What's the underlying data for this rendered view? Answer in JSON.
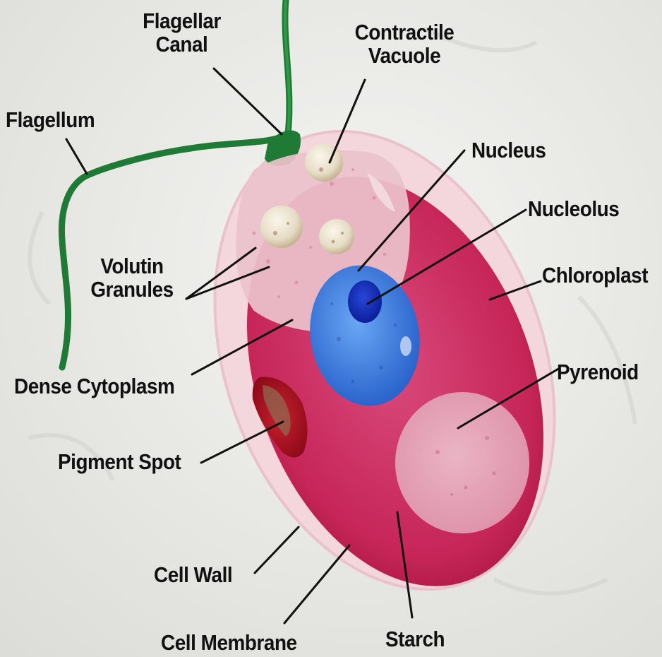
{
  "labels": {
    "flagellar_canal": [
      "Flagellar",
      "Canal"
    ],
    "contractile_vacuole": [
      "Contractile",
      "Vacuole"
    ],
    "flagellum": "Flagellum",
    "nucleus": "Nucleus",
    "nucleolus": "Nucleolus",
    "chloroplast": "Chloroplast",
    "volutin_granules": [
      "Volutin",
      "Granules"
    ],
    "dense_cytoplasm": "Dense Cytoplasm",
    "pyrenoid": "Pyrenoid",
    "pigment_spot": "Pigment Spot",
    "cell_wall": "Cell Wall",
    "cell_membrane": "Cell Membrane",
    "starch": "Starch"
  },
  "colors": {
    "background": "#ececea",
    "chloroplast": "#c8245a",
    "cell_wall": "#f3d7dd",
    "cytoplasm": "#ecc2cc",
    "nucleus": "#3a7ee0",
    "nucleolus": "#1230c0",
    "flagellum": "#1f7a35",
    "pigment_spot": "#b01020",
    "pyrenoid": "#e6a6b8",
    "label_text": "#111111",
    "leader_line": "#111111"
  }
}
